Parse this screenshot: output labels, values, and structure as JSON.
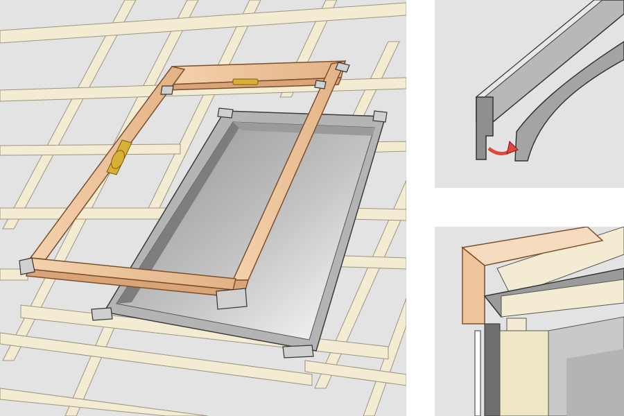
{
  "figure": {
    "panels": [
      {
        "id": "main",
        "content": "roof-window-frame-installation"
      },
      {
        "id": "detail-top",
        "content": "flashing-profile-detail"
      },
      {
        "id": "detail-bottom",
        "content": "frame-section-detail"
      }
    ]
  },
  "colors": {
    "background": "#e3e3e3",
    "batten": "#f3ecd2",
    "batten_outline": "#9c9480",
    "wood": "#f1c9a3",
    "wood_dark": "#d9a477",
    "wood_outline": "#7a4e2d",
    "metal": "#b8b8b8",
    "metal_dark": "#8a8a8a",
    "opening": "#9e9e9e",
    "arrow": "#e0463a",
    "brass": "#d9b036",
    "outline": "#3a3a3a"
  }
}
